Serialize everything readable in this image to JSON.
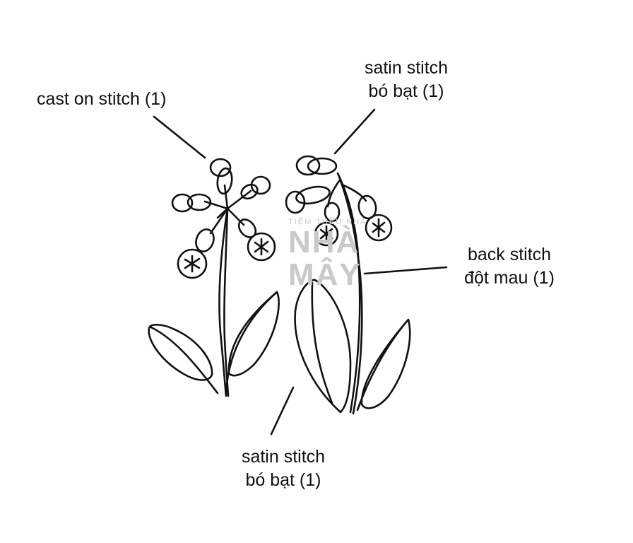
{
  "labels": {
    "cast_on": "cast on stitch (1)",
    "satin_top_line1": "satin stitch",
    "satin_top_line2": "bó bạt (1)",
    "back_line1": "back stitch",
    "back_line2": "đột mau (1)",
    "satin_bottom_line1": "satin stitch",
    "satin_bottom_line2": "bó bạt (1)"
  },
  "watermark": {
    "line1": "TIỆM THÊU NHÀ",
    "line2": "NHÀ",
    "line3": "MÂY"
  },
  "colors": {
    "ink": "#111111",
    "watermark": "#c9c9c9",
    "background": "#ffffff"
  }
}
